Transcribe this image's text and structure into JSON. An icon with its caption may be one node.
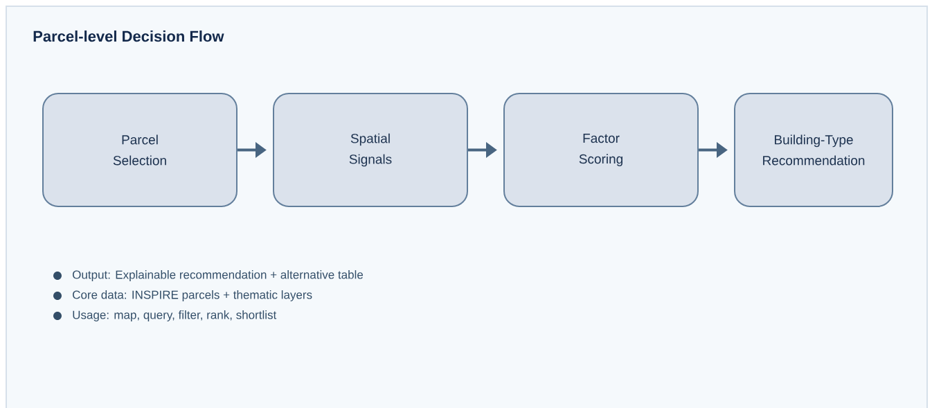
{
  "diagram": {
    "title": "Parcel-level Decision Flow",
    "nodes": [
      {
        "text": [
          "Parcel Selection"
        ]
      },
      {
        "text": [
          "Spatial Signals"
        ]
      },
      {
        "text": [
          "Factor Scoring"
        ]
      },
      {
        "text": [
          "Building-Type Recommendation"
        ]
      }
    ],
    "edges": [
      {
        "from": 0,
        "to": 1,
        "arrow": "to"
      },
      {
        "from": 1,
        "to": 2,
        "arrow": "to"
      },
      {
        "from": 2,
        "to": 3,
        "arrow": "to"
      }
    ],
    "labels": [
      "Output: Explainable recommendation + alternative table",
      "Core data: INSPIRE parcels + thematic layers",
      "Usage: map, query, filter, rank, shortlist"
    ]
  }
}
